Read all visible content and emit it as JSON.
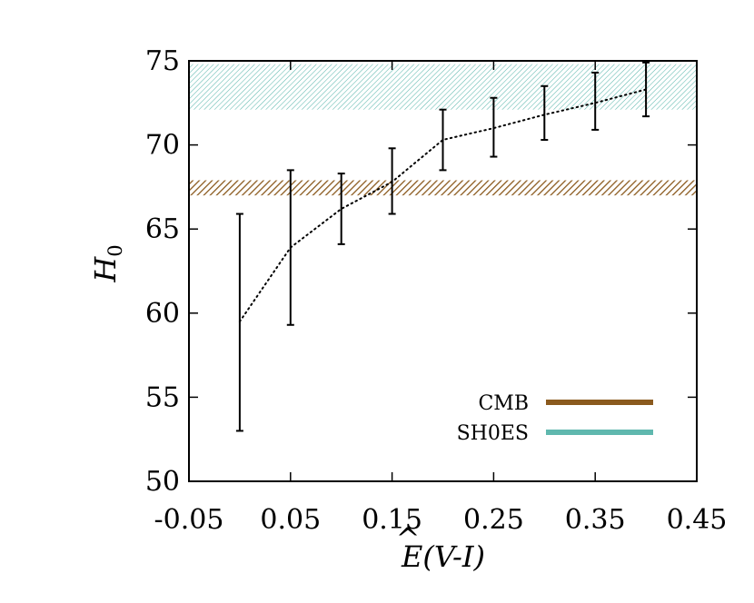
{
  "chart_data": {
    "type": "scatter",
    "title": "",
    "xlabel": "E(V-I)",
    "xlabel_hat": "^",
    "ylabel": "H",
    "ylabel_sub": "0",
    "xlim": [
      -0.05,
      0.45
    ],
    "ylim": [
      50,
      75
    ],
    "xticks": [
      -0.05,
      0.05,
      0.15,
      0.25,
      0.35,
      0.45
    ],
    "xtick_labels": [
      "-0.05",
      "0.05",
      "0.15",
      "0.25",
      "0.35",
      "0.45"
    ],
    "yticks": [
      50,
      55,
      60,
      65,
      70,
      75
    ],
    "ytick_labels": [
      "50",
      "55",
      "60",
      "65",
      "70",
      "75"
    ],
    "grid": false,
    "legend_position": "bottom-right",
    "bands": [
      {
        "name": "CMB",
        "ymin": 67.0,
        "ymax": 67.9,
        "color": "#8B5A1E"
      },
      {
        "name": "SH0ES",
        "ymin": 72.1,
        "ymax": 74.8,
        "color": "#5FB8AE"
      }
    ],
    "series": [
      {
        "name": "errorbars",
        "points": [
          {
            "x": 0.0,
            "low": 53.0,
            "high": 65.9
          },
          {
            "x": 0.05,
            "low": 59.3,
            "high": 68.5
          },
          {
            "x": 0.1,
            "low": 64.1,
            "high": 68.3
          },
          {
            "x": 0.15,
            "low": 65.9,
            "high": 69.8
          },
          {
            "x": 0.2,
            "low": 68.5,
            "high": 72.1
          },
          {
            "x": 0.25,
            "low": 69.3,
            "high": 72.8
          },
          {
            "x": 0.3,
            "low": 70.3,
            "high": 73.5
          },
          {
            "x": 0.35,
            "low": 70.9,
            "high": 74.3
          },
          {
            "x": 0.4,
            "low": 71.7,
            "high": 74.9
          }
        ]
      },
      {
        "name": "trend",
        "style": "dotted",
        "x": [
          0.0,
          0.05,
          0.1,
          0.15,
          0.2,
          0.25,
          0.3,
          0.35,
          0.4
        ],
        "y": [
          59.5,
          63.9,
          66.2,
          67.8,
          70.3,
          71.0,
          71.8,
          72.5,
          73.3
        ]
      }
    ]
  }
}
